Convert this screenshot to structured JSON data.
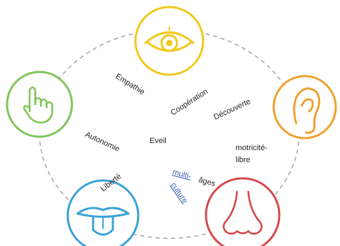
{
  "senses": [
    {
      "name": "vue",
      "icon": "eye-icon",
      "color": "#f2c81a"
    },
    {
      "name": "ouïe",
      "icon": "ear-icon",
      "color": "#f0a030"
    },
    {
      "name": "odorat",
      "icon": "nose-icon",
      "color": "#d4494c"
    },
    {
      "name": "goût",
      "icon": "tongue-icon",
      "color": "#3aa2d8"
    },
    {
      "name": "toucher",
      "icon": "pointing-hand-icon",
      "color": "#7fc65a"
    }
  ],
  "labels": {
    "empathie": "Empathie",
    "cooperation": "Coopération",
    "decouverte": "Découverte",
    "autonomie": "Autonomie",
    "eveil": "Eveil",
    "motricite_line1": "motricité-",
    "motricite_line2": "libre",
    "liberte": "Liberté",
    "multi": "multi-",
    "ages": "âges",
    "culture": "culture"
  },
  "colors": {
    "dashed_ring": "#a8a8a8",
    "text": "#222222",
    "link_text": "#3a5fb0"
  }
}
